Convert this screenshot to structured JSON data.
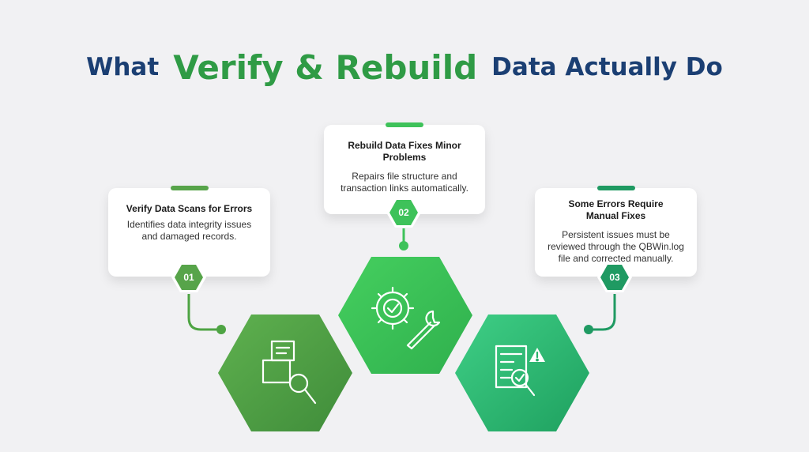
{
  "title": {
    "part1": "What",
    "part2": "Verify & Rebuild",
    "part3": "Data Actually Do"
  },
  "steps": [
    {
      "number": "01",
      "title": "Verify Data Scans for Errors",
      "desc": "Identifies data integrity issues and damaged records.",
      "color": "#57a44a"
    },
    {
      "number": "02",
      "title": "Rebuild Data Fixes Minor Problems",
      "desc": "Repairs file structure and transaction links automatically.",
      "color": "#3ec25a"
    },
    {
      "number": "03",
      "title": "Some Errors Require Manual Fixes",
      "desc": "Persistent issues must be reviewed through the QBWin.log file and corrected manually.",
      "color": "#1f9a62"
    }
  ],
  "icons": [
    "document-search-icon",
    "gear-wrench-icon",
    "checklist-warning-icon"
  ]
}
